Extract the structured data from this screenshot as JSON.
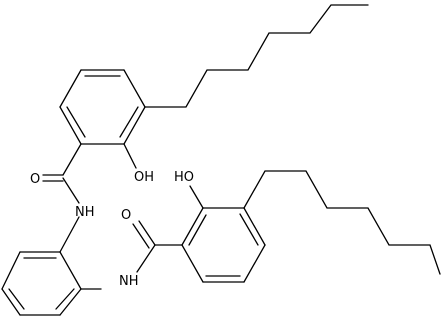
{
  "labels": {
    "carbonyl_o_upper": "O",
    "hydroxyl_upper": "OH",
    "amide_n_upper": "NH",
    "hydroxyl_lower": "HO",
    "carbonyl_o_lower": "O",
    "amide_n_lower": "NH"
  },
  "colors": {
    "bond": "#000000",
    "background": "#ffffff"
  }
}
